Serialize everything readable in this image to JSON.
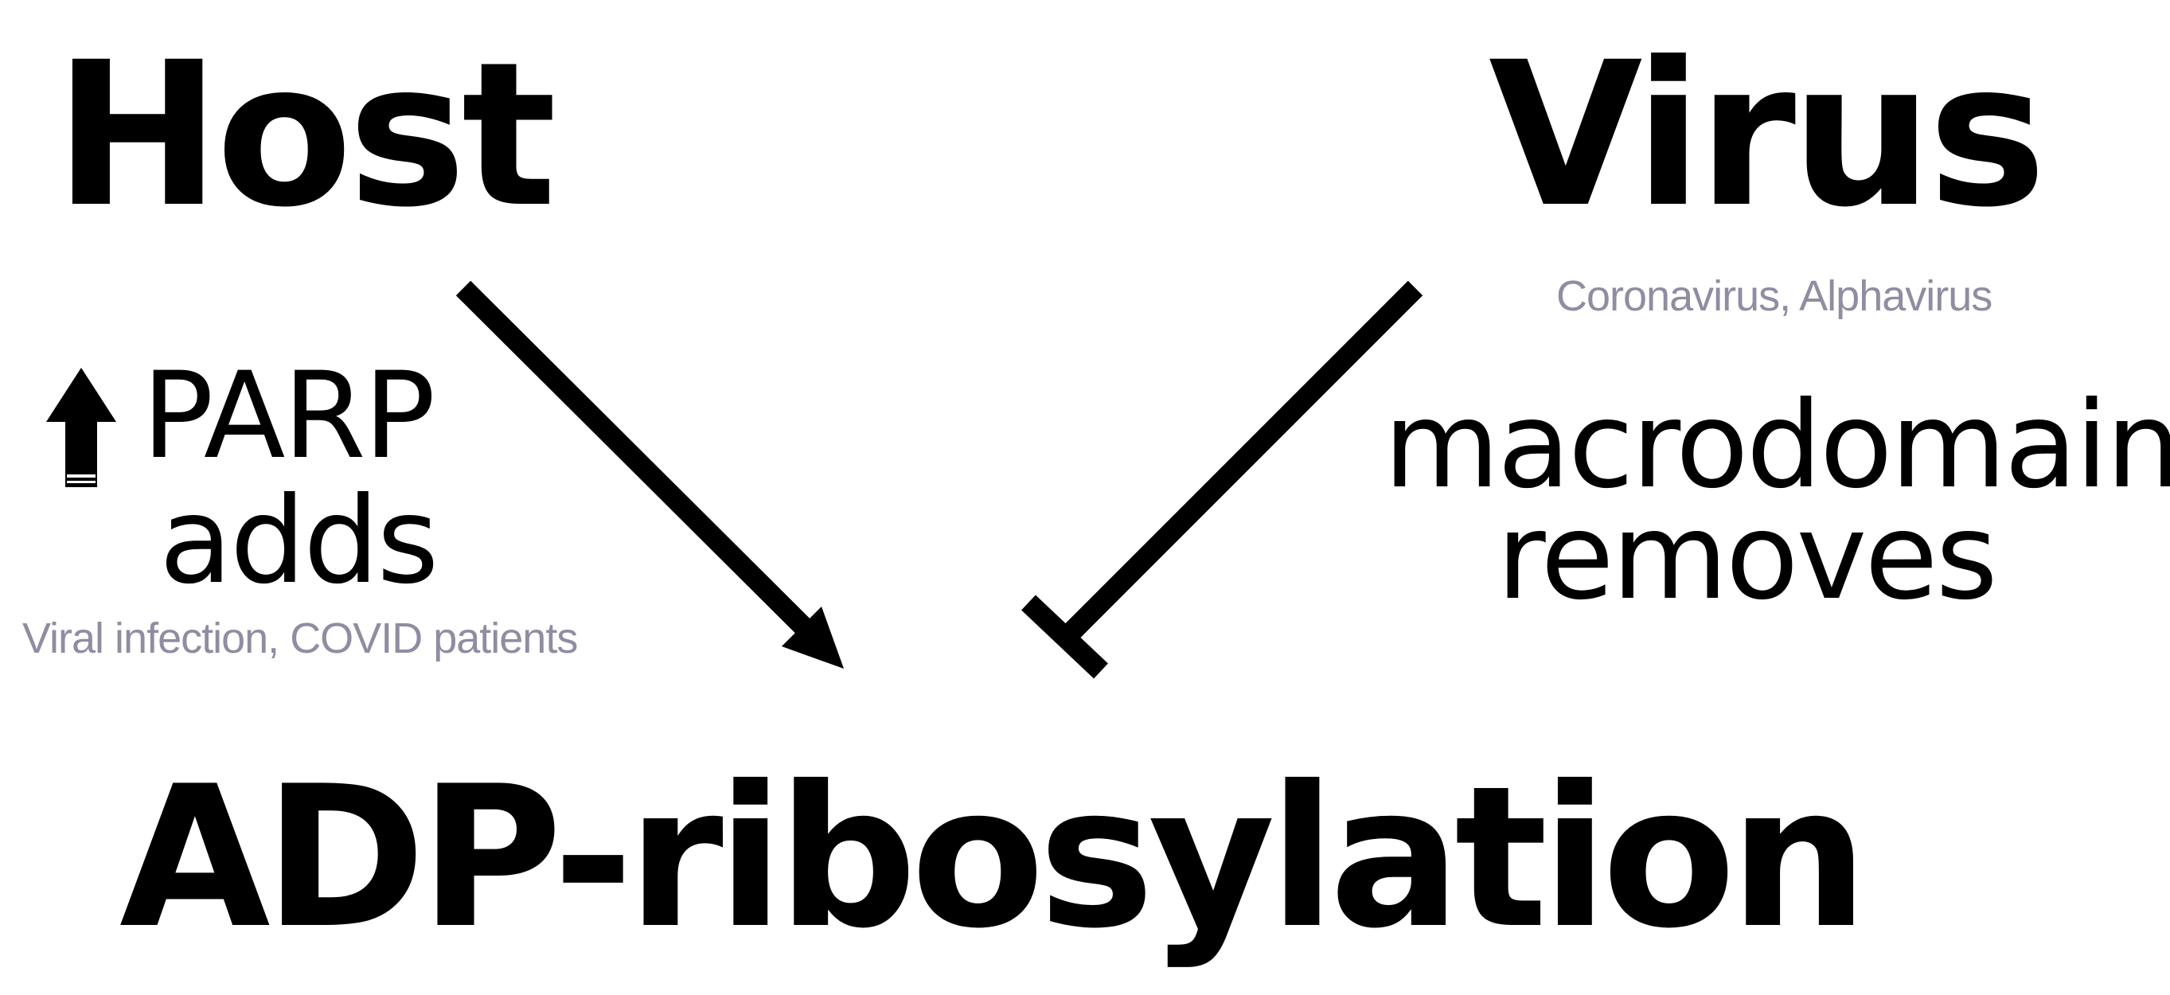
{
  "host": {
    "title": "Host",
    "mechanism_top": "PARP",
    "mechanism_bottom": "adds",
    "note": "Viral infection, COVID patients",
    "up_arrow_icon": "up-arrow-icon"
  },
  "virus": {
    "title": "Virus",
    "note": "Coronavirus, Alphavirus",
    "mechanism_top": "macrodomain",
    "mechanism_bottom": "removes"
  },
  "target": {
    "title": "ADP-ribosylation"
  },
  "edges": [
    {
      "from": "Host",
      "to": "ADP-ribosylation",
      "kind": "activation-arrow"
    },
    {
      "from": "Virus",
      "to": "ADP-ribosylation",
      "kind": "inhibition-tbar"
    }
  ],
  "colors": {
    "text": "#000000",
    "note": "#8e8da1",
    "background": "#ffffff"
  }
}
